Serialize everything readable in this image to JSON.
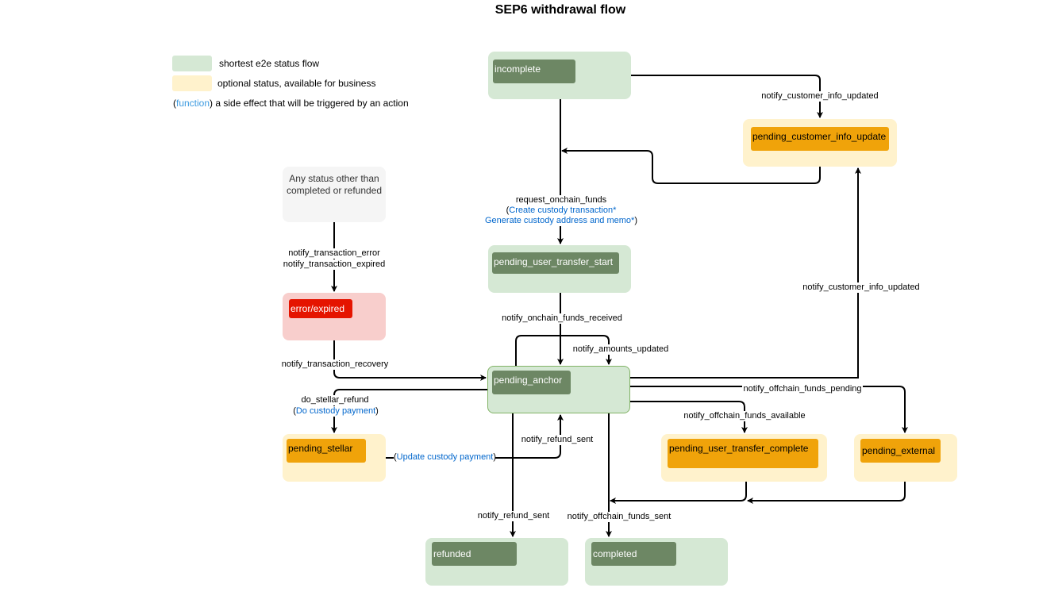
{
  "title": "SEP6 withdrawal flow",
  "legend": {
    "green_text": "shortest e2e status flow",
    "yellow_text": "optional status, available for business",
    "fn_open": "(",
    "fn_word": "function",
    "fn_rest": ") a side effect that will be triggered by an action"
  },
  "colors": {
    "green_fill": "#d5e8d4",
    "green_tag": "#6d8764",
    "yellow_fill": "#fff2cc",
    "orange_tag": "#f0a30a",
    "red_fill": "#f8cecc",
    "red_tag": "#e51400",
    "gray_fill": "#f5f5f5",
    "function_blue": "#0066cc"
  },
  "states": {
    "incomplete": "incomplete",
    "pending_customer_info_update": "pending_customer_info_update",
    "pending_user_transfer_start": "pending_user_transfer_start",
    "pending_anchor": "pending_anchor",
    "error_expired": "error/expired",
    "pending_stellar": "pending_stellar",
    "pending_user_transfer_complete": "pending_user_transfer_complete",
    "pending_external": "pending_external",
    "refunded": "refunded",
    "completed": "completed",
    "any_status_line1": "Any status other than",
    "any_status_line2": "completed or refunded"
  },
  "labels": {
    "notify_customer_info_updated_top": "notify_customer_info_updated",
    "notify_customer_info_updated_right": "notify_customer_info_updated",
    "request_onchain_funds": "request_onchain_funds",
    "create_custody_open": "(",
    "create_custody": "Create custody transaction*",
    "generate_custody": "Generate custody address and memo*",
    "generate_close": ")",
    "notify_transaction_error": "notify_transaction_error",
    "notify_transaction_expired": "notify_transaction_expired",
    "notify_onchain_funds_received": "notify_onchain_funds_received",
    "notify_amounts_updated": "notify_amounts_updated",
    "notify_transaction_recovery": "notify_transaction_recovery",
    "do_stellar_refund": "do_stellar_refund",
    "do_custody_open": "(",
    "do_custody_payment": "Do custody payment",
    "do_custody_close": ")",
    "notify_offchain_funds_pending": "notify_offchain_funds_pending",
    "notify_offchain_funds_available": "notify_offchain_funds_available",
    "notify_refund_sent_mid": "notify_refund_sent",
    "update_custody_open": "(",
    "update_custody_payment": "Update custody payment",
    "update_custody_close": ")",
    "notify_refund_sent_bottom": "notify_refund_sent",
    "notify_offchain_funds_sent": "notify_offchain_funds_sent"
  }
}
